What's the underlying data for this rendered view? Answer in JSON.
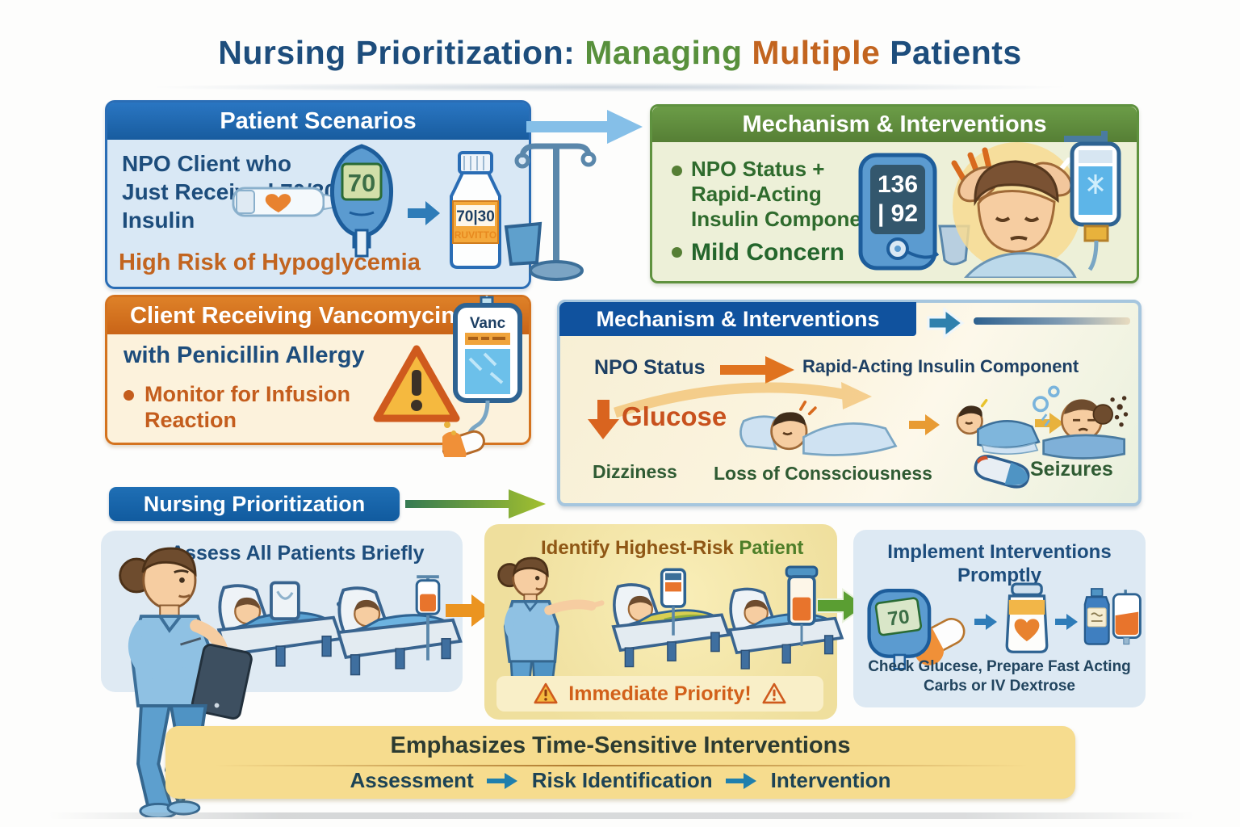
{
  "title": {
    "p1": "Nursing Prioritization:",
    "p2": "Managing",
    "p3": "Multiple",
    "p4": "Patients"
  },
  "scenario1": {
    "header": "Patient Scenarios",
    "text": "NPO Client who\nJust Received 70/30\nInsulin",
    "risk": "High Risk of Hypoglycemia",
    "meter_value": "70",
    "bottle_label": "70|30",
    "bottle_sublabel": "RUVITTO"
  },
  "mech1": {
    "header": "Mechanism & Interventions",
    "bullet1": "NPO Status +\nRapid-Acting\nInsulin Component",
    "bullet2": "Mild Concern",
    "meter_line1": "136",
    "meter_line2": "| 92"
  },
  "scenario2": {
    "header": "Client Receiving Vancomycin",
    "text": "with Penicillin Allergy",
    "bullet": "Monitor for Infusion\nReaction",
    "bag_label": "Vanc"
  },
  "mech2": {
    "header": "Mechanism & Interventions",
    "from": "NPO Status",
    "to": "Rapid-Acting Insulin Component",
    "glucose": "Glucose",
    "symptom1": "Dizziness",
    "symptom2": "Loss of Conssciousness",
    "symptom3": "Seizures"
  },
  "priority": {
    "banner": "Nursing Prioritization",
    "step1_title": "Assess All Patients Briefly",
    "step2_title_a": "Identify Highest-Risk",
    "step2_title_b": "Patient",
    "step2_alert": "Immediate Priority!",
    "step3_title": "Implement Interventions\nPromptly",
    "step3_meter_value": "70",
    "step3_caption": "Check Glucese, Prepare Fast Acting\nCarbs or IV Dextrose"
  },
  "footer": {
    "title": "Emphasizes Time-Sensitive Interventions",
    "flow": [
      "Assessment",
      "Risk Identification",
      "Intervention"
    ]
  },
  "colors": {
    "navy": "#1d4d7c",
    "green": "#58903c",
    "orange": "#c2641f",
    "header_blue": "#185c9f",
    "header_green": "#567f35",
    "header_orange": "#c96417",
    "flow_header_blue": "#10529e",
    "banner_blue": "#115b9f",
    "panel_blue_bg": "#dfeaf3",
    "panel_yellow_bg": "#efdf9d",
    "footer_yellow": "#f6dc8e",
    "alert_orange": "#d2601a",
    "symptom_green": "#2f5b33"
  }
}
